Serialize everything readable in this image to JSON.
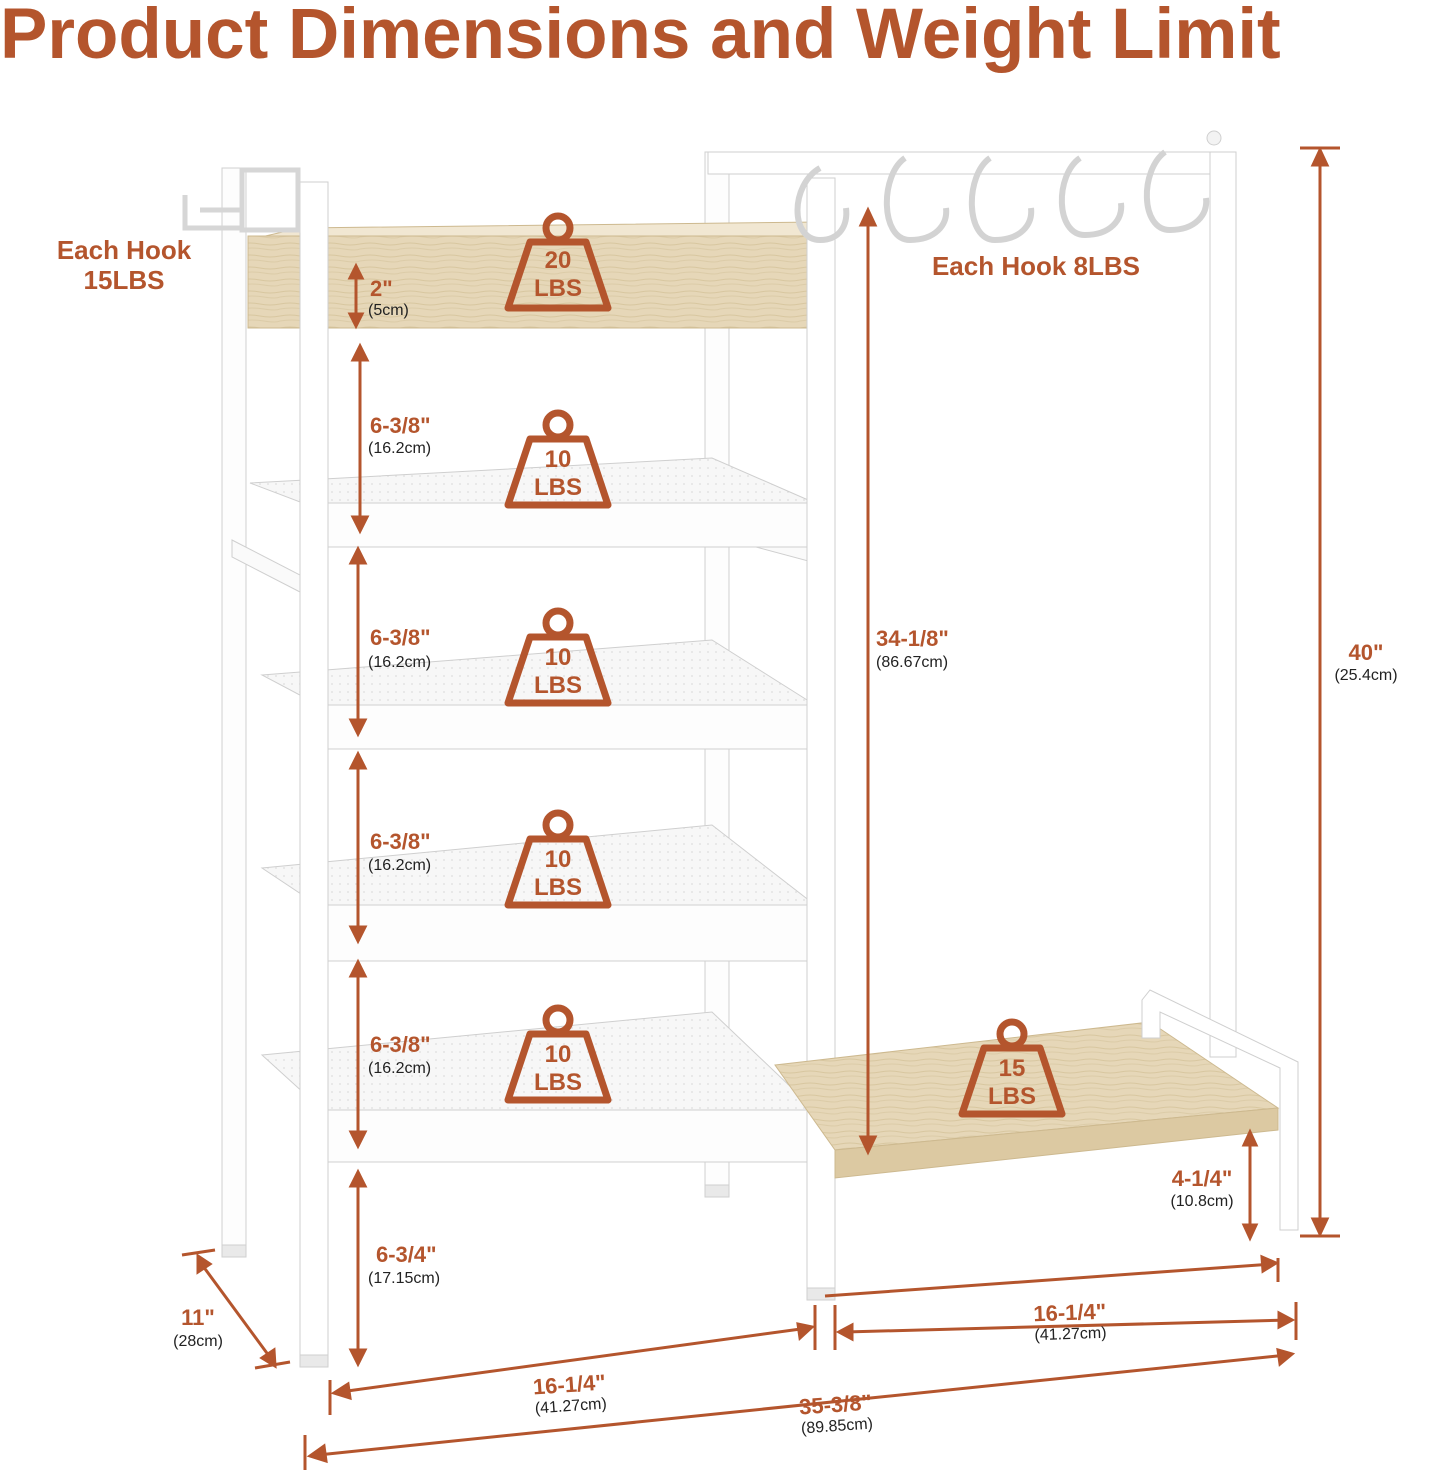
{
  "title": "Product Dimensions and Weight Limit",
  "colors": {
    "accent": "#b4552d",
    "frame": "#ffffff",
    "frame_edge": "#d2d2d2",
    "wood": "#e6d7b8",
    "wood_edge": "#cdb98f"
  },
  "hook_labels": {
    "left_line1": "Each Hook",
    "left_line2": "15LBS",
    "right": "Each Hook 8LBS"
  },
  "weights": [
    {
      "id": "top-tray",
      "value": "20",
      "unit": "LBS"
    },
    {
      "id": "shelf-2",
      "value": "10",
      "unit": "LBS"
    },
    {
      "id": "shelf-3",
      "value": "10",
      "unit": "LBS"
    },
    {
      "id": "shelf-4",
      "value": "10",
      "unit": "LBS"
    },
    {
      "id": "shelf-5",
      "value": "10",
      "unit": "LBS"
    },
    {
      "id": "bottom-shelf",
      "value": "15",
      "unit": "LBS"
    }
  ],
  "dimensions": {
    "tray_depth": {
      "imperial": "2\"",
      "metric": "(5cm)"
    },
    "gap1": {
      "imperial": "6-3/8\"",
      "metric": "(16.2cm)"
    },
    "gap2": {
      "imperial": "6-3/8\"",
      "metric": "(16.2cm)"
    },
    "gap3": {
      "imperial": "6-3/8\"",
      "metric": "(16.2cm)"
    },
    "gap4": {
      "imperial": "6-3/8\"",
      "metric": "(16.2cm)"
    },
    "bottom_gap": {
      "imperial": "6-3/4\"",
      "metric": "(17.15cm)"
    },
    "hanging_height": {
      "imperial": "34-1/8\"",
      "metric": "(86.67cm)"
    },
    "total_height": {
      "imperial": "40\"",
      "metric": "(25.4cm)"
    },
    "shelf_height": {
      "imperial": "4-1/4\"",
      "metric": "(10.8cm)"
    },
    "depth": {
      "imperial": "11\"",
      "metric": "(28cm)"
    },
    "left_width": {
      "imperial": "16-1/4\"",
      "metric": "(41.27cm)"
    },
    "right_width": {
      "imperial": "16-1/4\"",
      "metric": "(41.27cm)"
    },
    "total_width": {
      "imperial": "35-3/8\"",
      "metric": "(89.85cm)"
    }
  }
}
